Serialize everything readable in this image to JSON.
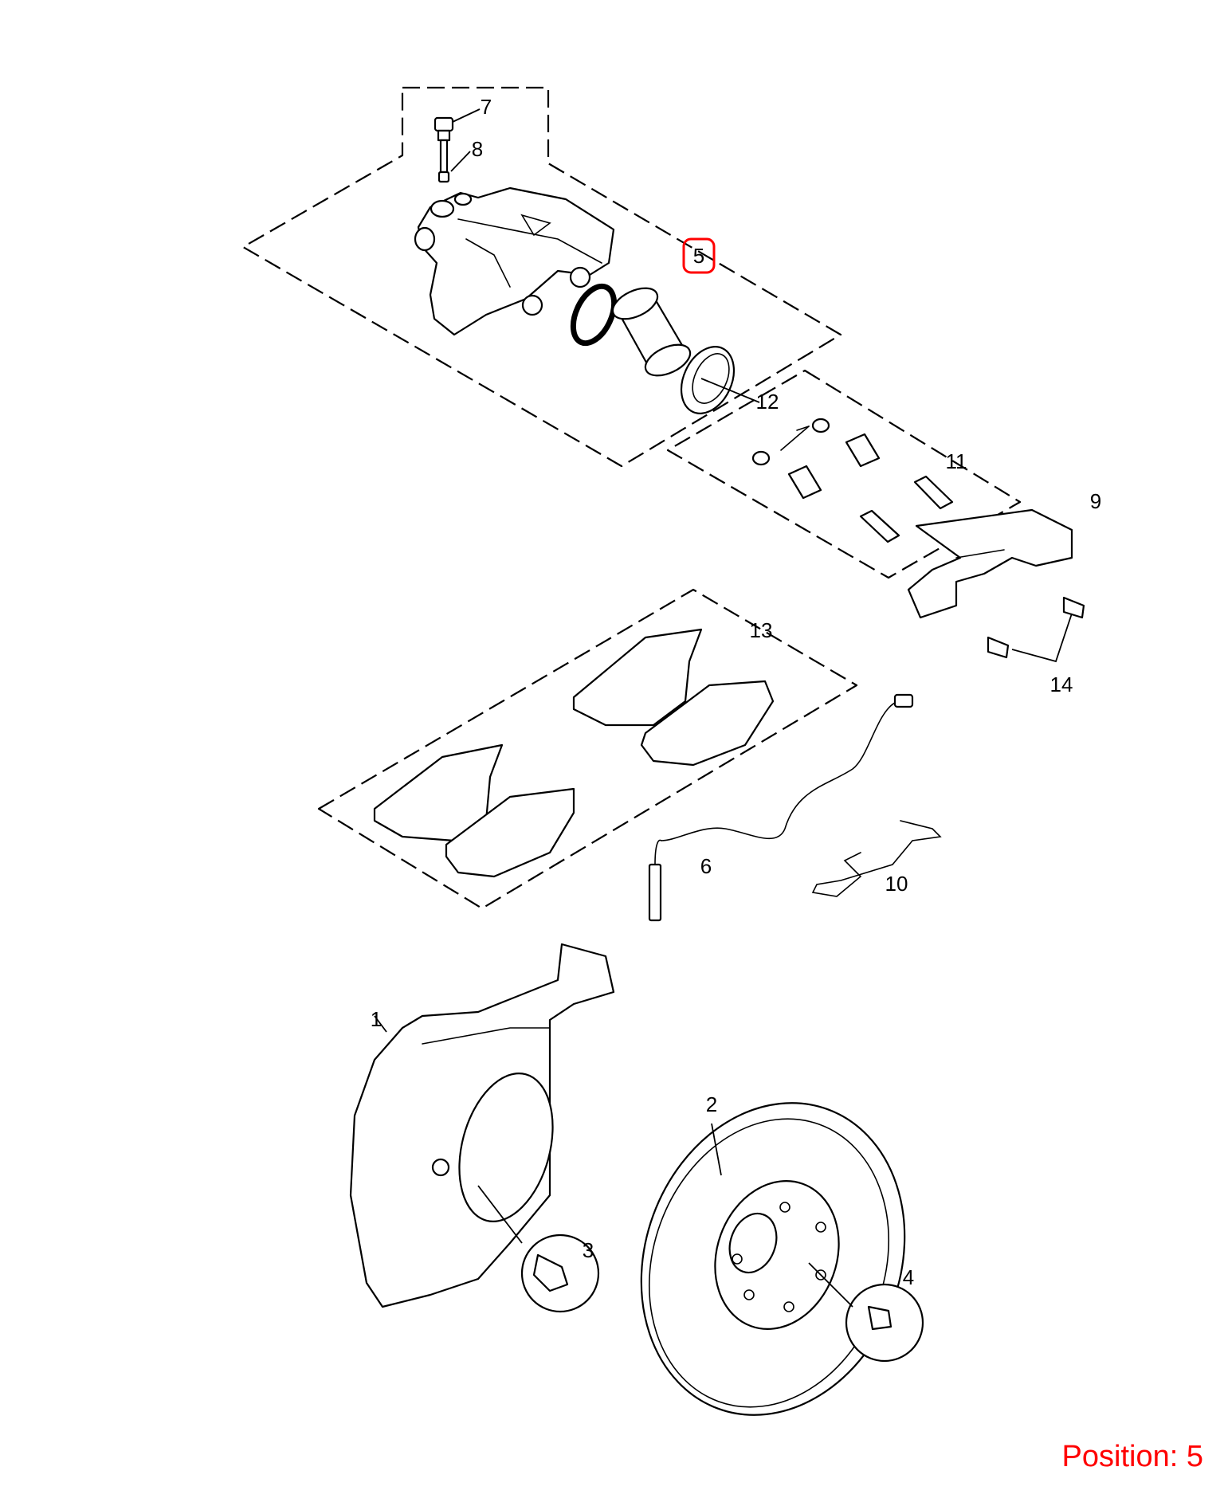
{
  "callouts": [
    "1",
    "2",
    "3",
    "4",
    "5",
    "6",
    "7",
    "8",
    "9",
    "10",
    "11",
    "12",
    "13",
    "14"
  ],
  "highlighted_callout": "5",
  "highlight_color": "#ff0000",
  "position_note": "Position: 5"
}
